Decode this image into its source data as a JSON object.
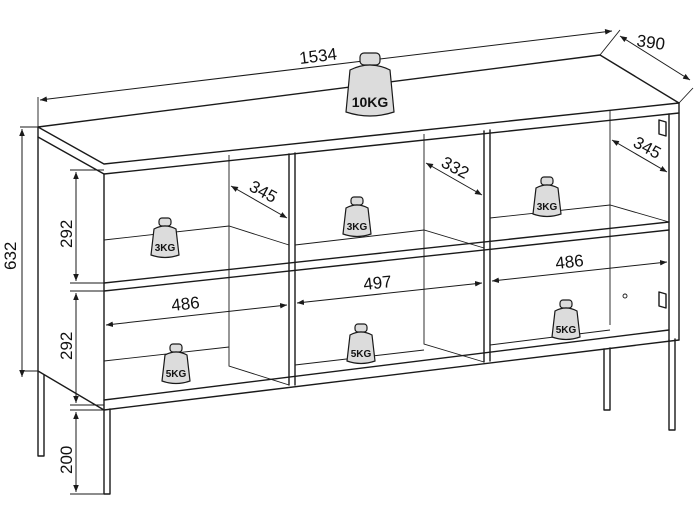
{
  "dimensions": {
    "width": "1534",
    "depth": "390",
    "height": "632",
    "compartment_height_top": "292",
    "compartment_height_bottom": "292",
    "leg_height": "200",
    "compartment_width_left": "486",
    "compartment_width_middle": "497",
    "compartment_width_right": "486",
    "shelf_depth_left": "345",
    "shelf_depth_middle": "332",
    "shelf_depth_right": "345"
  },
  "weights": {
    "top": "10KG",
    "top_left": "3KG",
    "top_middle": "3KG",
    "top_right": "3KG",
    "bottom_left": "5KG",
    "bottom_middle": "5KG",
    "bottom_right": "5KG"
  }
}
